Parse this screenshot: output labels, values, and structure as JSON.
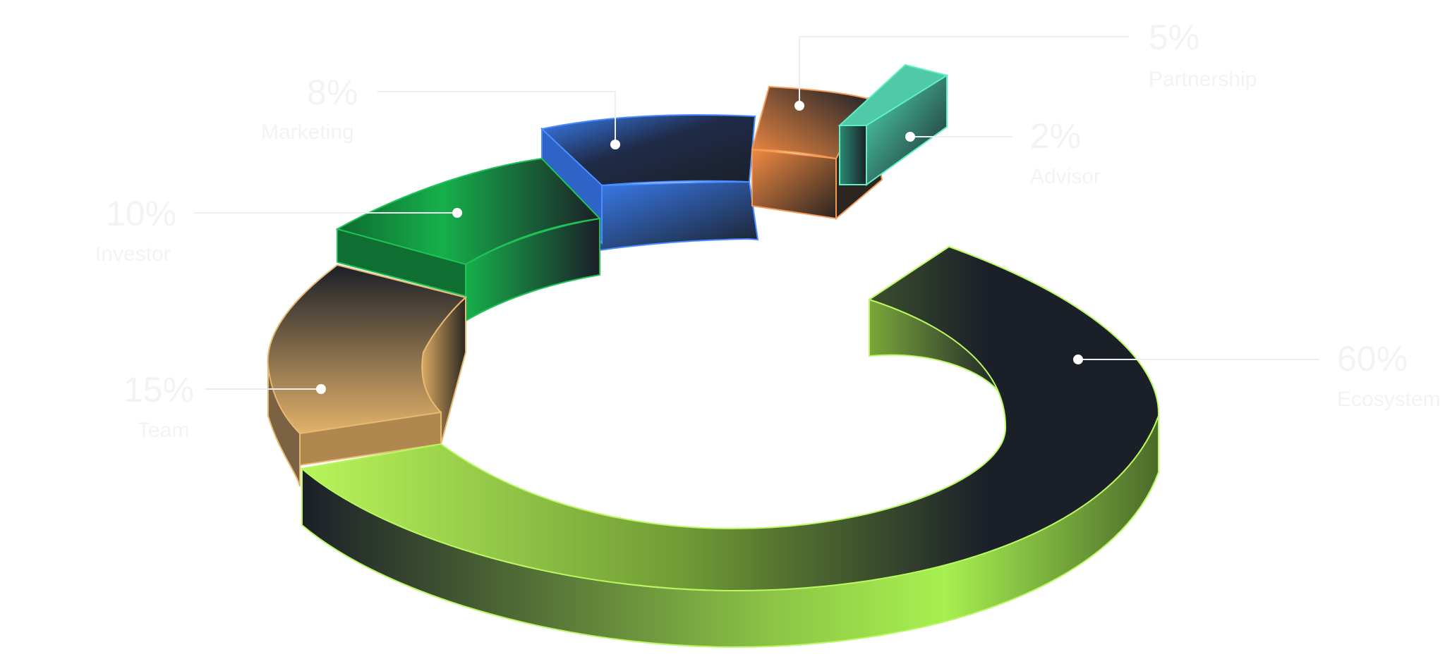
{
  "chart_data": {
    "type": "pie",
    "variant": "3d-donut-exploded",
    "legend_placement": "labels-around",
    "series": [
      {
        "name": "Ecosystem",
        "value": 60,
        "label": "60%",
        "color": "#a7f050",
        "edge": "#b9f760"
      },
      {
        "name": "Team",
        "value": 15,
        "label": "15%",
        "color": "#e3b26a",
        "edge": "#e6b973"
      },
      {
        "name": "Investor",
        "value": 10,
        "label": "10%",
        "color": "#16b04b",
        "edge": "#1ec257"
      },
      {
        "name": "Marketing",
        "value": 8,
        "label": "8%",
        "color": "#3a7ff5",
        "edge": "#4b8cff"
      },
      {
        "name": "Partnership",
        "value": 5,
        "label": "5%",
        "color": "#f08a42",
        "edge": "#f59a55"
      },
      {
        "name": "Advisor",
        "value": 2,
        "label": "2%",
        "color": "#4fe0b6",
        "edge": "#5cf0c4"
      }
    ],
    "dark_color": "#1b1f28",
    "label_color": "#f1f3f6"
  }
}
